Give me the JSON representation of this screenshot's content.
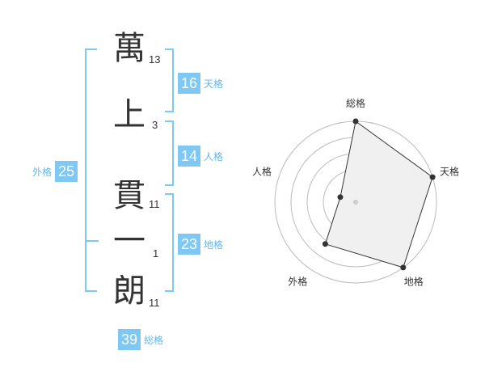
{
  "name": {
    "chars": [
      {
        "char": "萬",
        "strokes": "13"
      },
      {
        "char": "上",
        "strokes": "3"
      },
      {
        "char": "貫",
        "strokes": "11"
      },
      {
        "char": "一",
        "strokes": "1"
      },
      {
        "char": "朗",
        "strokes": "11"
      }
    ]
  },
  "fortunes": {
    "tenkaku": {
      "value": "16",
      "label": "天格"
    },
    "jinkaku": {
      "value": "14",
      "label": "人格"
    },
    "chikaku": {
      "value": "23",
      "label": "地格"
    },
    "gaikaku": {
      "value": "25",
      "label": "外格"
    },
    "soukaku": {
      "value": "39",
      "label": "総格"
    }
  },
  "accent_color": "#7ec8f3",
  "bracket_color": "#7ec8f3",
  "chart_data": {
    "type": "radar",
    "axes": [
      "総格",
      "天格",
      "地格",
      "外格",
      "人格"
    ],
    "values": [
      5,
      5,
      5,
      3.2,
      1
    ],
    "range": [
      0,
      5
    ],
    "rings": 5,
    "fill": "#f0f0f0",
    "line_color": "#333333"
  }
}
